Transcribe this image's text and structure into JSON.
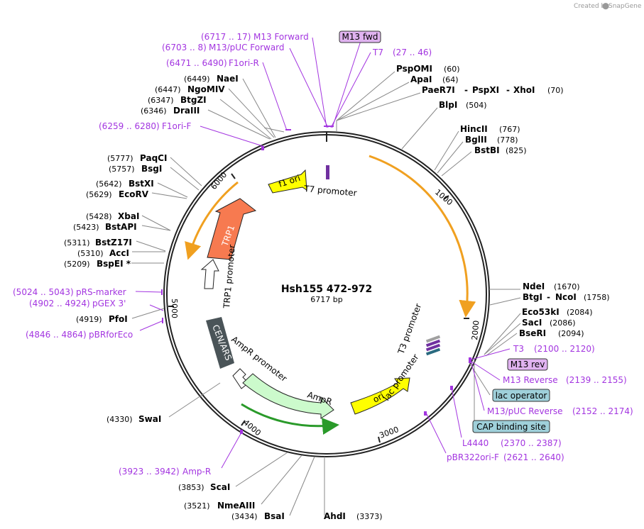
{
  "credit": {
    "prefix": "Created by",
    "brand": "SnapGene"
  },
  "plasmid": {
    "name": "Hsh155 472-972",
    "length": "6717 bp"
  },
  "ticks": [
    "1000",
    "2000",
    "3000",
    "4000",
    "5000",
    "6000"
  ],
  "enzymes": [
    {
      "name": "PspOMI",
      "pos": "(60)"
    },
    {
      "name": "ApaI",
      "pos": "(64)"
    },
    {
      "name": "PaeR7I",
      "name2": "PspXI",
      "name3": "XhoI",
      "pos": "(70)"
    },
    {
      "name": "BlpI",
      "pos": "(504)"
    },
    {
      "name": "HincII",
      "pos": "(767)"
    },
    {
      "name": "BglII",
      "pos": "(778)"
    },
    {
      "name": "BstBI",
      "pos": "(825)"
    },
    {
      "name": "NdeI",
      "pos": "(1670)"
    },
    {
      "name": "BtgI",
      "name2": "NcoI",
      "pos": "(1758)"
    },
    {
      "name": "Eco53kI",
      "pos": "(2084)"
    },
    {
      "name": "SacI",
      "pos": "(2086)"
    },
    {
      "name": "BseRI",
      "pos": "(2094)"
    },
    {
      "name": "AhdI",
      "pos": "(3373)"
    },
    {
      "name": "BsaI",
      "pos": "(3434)"
    },
    {
      "name": "NmeAIII",
      "pos": "(3521)"
    },
    {
      "name": "ScaI",
      "pos": "(3853)"
    },
    {
      "name": "SwaI",
      "pos": "(4330)"
    },
    {
      "name": "PfoI",
      "pos": "(4919)"
    },
    {
      "name": "BspEI *",
      "pos": "(5209)"
    },
    {
      "name": "AccI",
      "pos": "(5310)"
    },
    {
      "name": "BstZ17I",
      "pos": "(5311)"
    },
    {
      "name": "BstAPI",
      "pos": "(5423)"
    },
    {
      "name": "XbaI",
      "pos": "(5428)"
    },
    {
      "name": "EcoRV",
      "pos": "(5629)"
    },
    {
      "name": "BstXI",
      "pos": "(5642)"
    },
    {
      "name": "BsgI",
      "pos": "(5757)"
    },
    {
      "name": "PaqCI",
      "pos": "(5777)"
    },
    {
      "name": "DraIII",
      "pos": "(6346)"
    },
    {
      "name": "BtgZI",
      "pos": "(6347)"
    },
    {
      "name": "NgoMIV",
      "pos": "(6447)"
    },
    {
      "name": "NaeI",
      "pos": "(6449)"
    }
  ],
  "primers": [
    {
      "name": "M13 Forward",
      "range": "(6717 .. 17)"
    },
    {
      "name": "M13/pUC Forward",
      "range": "(6703 .. 8)"
    },
    {
      "name": "F1ori-R",
      "range": "(6471 .. 6490)"
    },
    {
      "name": "F1ori-F",
      "range": "(6259 .. 6280)"
    },
    {
      "name": "T7",
      "range": "(27 .. 46)"
    },
    {
      "name": "T3",
      "range": "(2100 .. 2120)"
    },
    {
      "name": "M13 Reverse",
      "range": "(2139 .. 2155)"
    },
    {
      "name": "M13/pUC Reverse",
      "range": "(2152 .. 2174)"
    },
    {
      "name": "L4440",
      "range": "(2370 .. 2387)"
    },
    {
      "name": "pBR322ori-F",
      "range": "(2621 .. 2640)"
    },
    {
      "name": "Amp-R",
      "range": "(3923 .. 3942)"
    },
    {
      "name": "pBRforEco",
      "range": "(4846 .. 4864)"
    },
    {
      "name": "pGEX 3'",
      "range": "(4902 .. 4924)"
    },
    {
      "name": "pRS-marker",
      "range": "(5024 .. 5043)"
    }
  ],
  "boxed_labels": {
    "m13fwd": "M13 fwd",
    "m13rev": "M13 rev",
    "lac_operator": "lac operator",
    "cap_site": "CAP binding site"
  },
  "features": {
    "f1ori": "f1 ori",
    "t7prom": "T7 promoter",
    "trp1": "TRP1",
    "trp1prom": "TRP1 promoter",
    "cenars": "CEN/ARS",
    "ampr_prom": "AmpR promoter",
    "ampr": "AmpR",
    "ori": "ori",
    "lacprom": "lac promoter",
    "t3prom": "T3 promoter"
  },
  "colors": {
    "primer": "#a335e0",
    "boxed_primer_fill": "#e0b3f0",
    "site_box_fill": "#9fd0da",
    "orf_arc": "#f0a020",
    "f1ori": "#ffff00",
    "trp1": "#f77a50",
    "cenars": "#4a5458",
    "ampr": "#ccfacc",
    "ori": "#ffff00"
  }
}
